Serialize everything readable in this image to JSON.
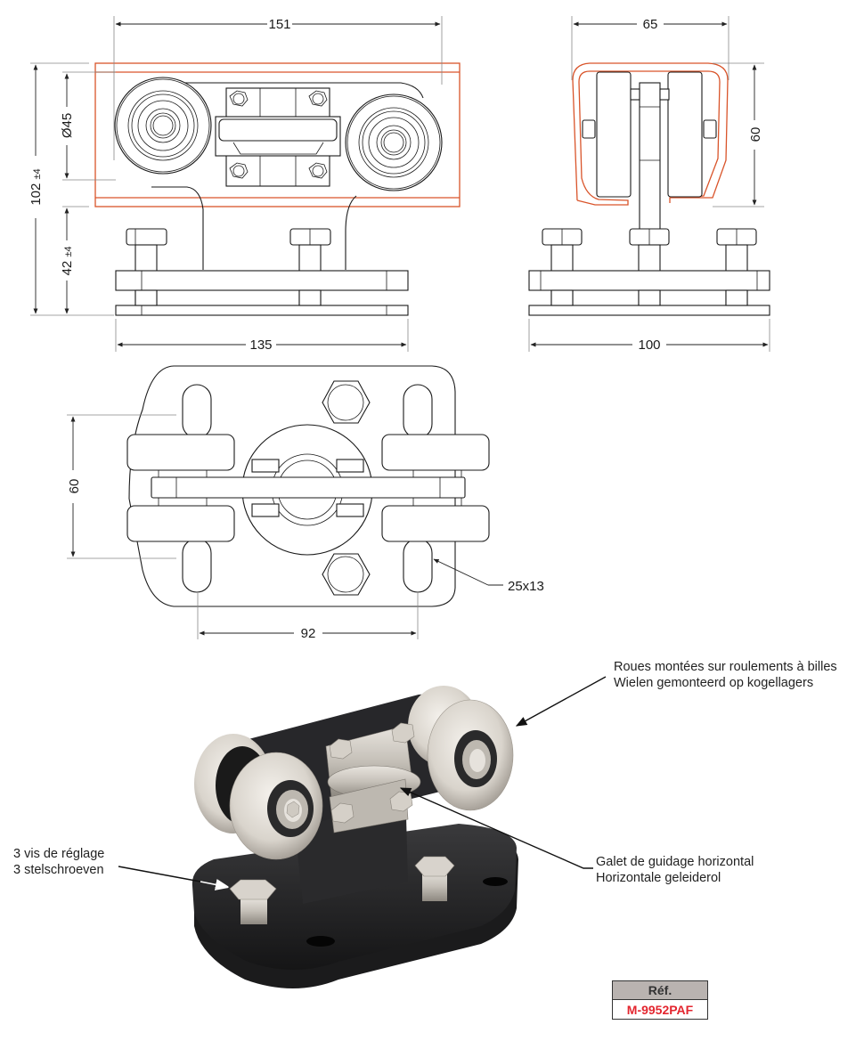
{
  "drawing": {
    "front_view": {
      "width_top": "151",
      "width_base": "135",
      "wheel_diameter": "Ø45",
      "total_height": "102",
      "total_height_tol": "±4",
      "base_height": "42",
      "base_height_tol": "±4"
    },
    "side_view": {
      "rail_width": "65",
      "rail_height": "60",
      "base_width": "100"
    },
    "top_view": {
      "wheel_spacing": "60",
      "slot_spacing": "92",
      "slot_size": "25x13"
    },
    "colors": {
      "rail_outline": "#d9542a",
      "ref_header_bg": "#b9b3b0",
      "ref_value": "#e3262f"
    }
  },
  "callouts": {
    "wheels": {
      "line1": "Roues montées sur roulements à billes",
      "line2": "Wielen gemonteerd op kogellagers"
    },
    "adjust_screws": {
      "line1": "3 vis de réglage",
      "line2": "3 stelschroeven"
    },
    "guide_roller": {
      "line1": "Galet de guidage horizontal",
      "line2": "Horizontale geleiderol"
    }
  },
  "reference": {
    "header": "Réf.",
    "value": "M-9952PAF"
  }
}
